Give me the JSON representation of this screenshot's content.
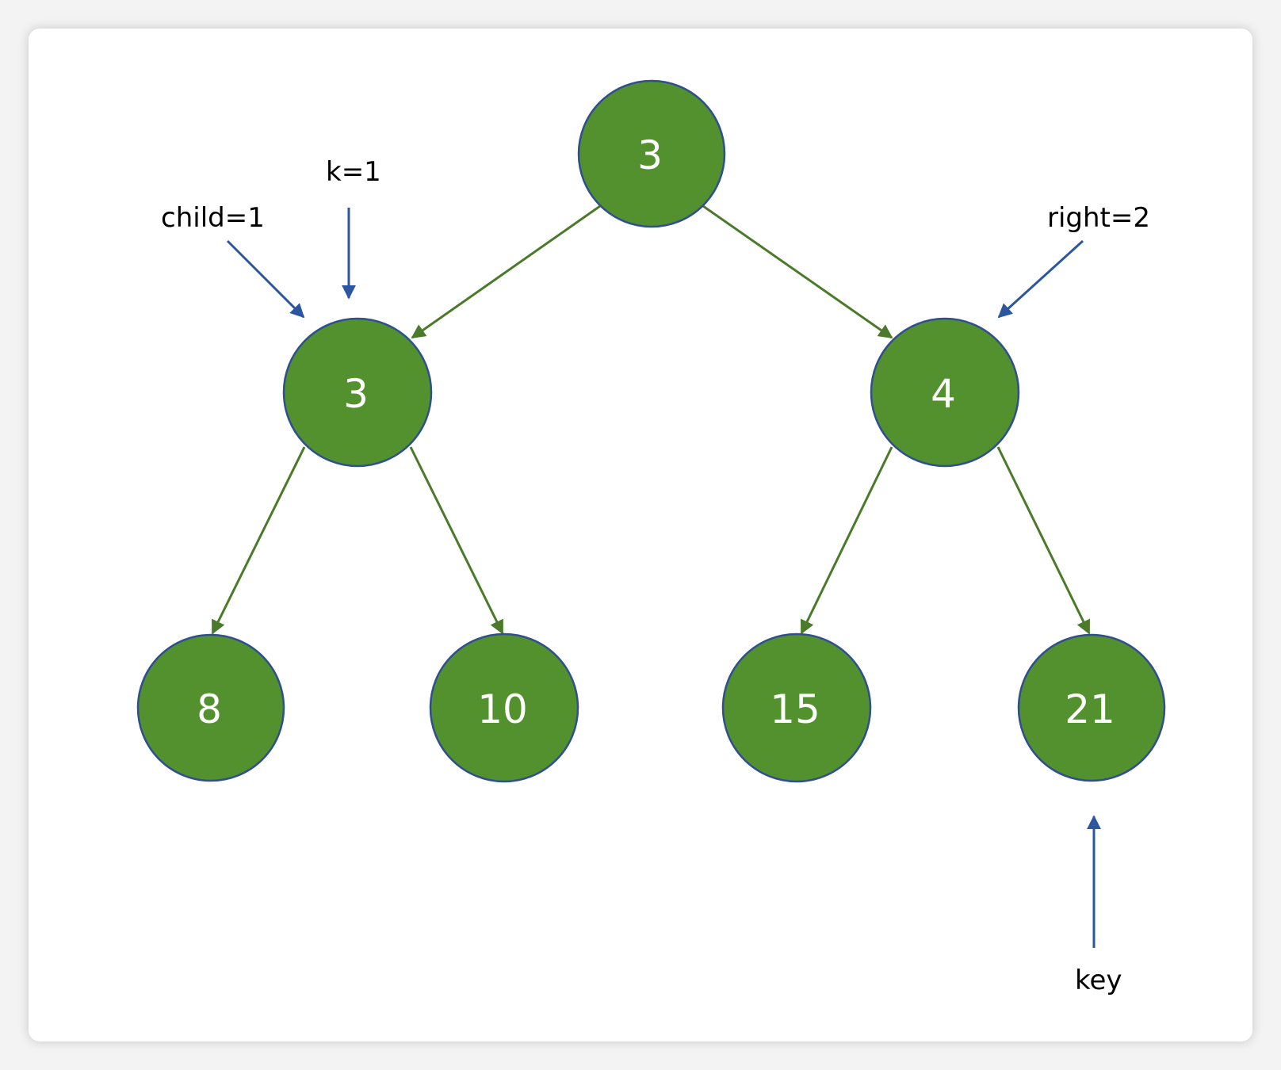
{
  "diagram": {
    "nodes": [
      {
        "id": "n0",
        "value": "3",
        "color": "#f5a000"
      },
      {
        "id": "n1",
        "value": "3",
        "color": "#ffffff"
      },
      {
        "id": "n2",
        "value": "4",
        "color": "#ffffff"
      },
      {
        "id": "n3",
        "value": "8",
        "color": "#ffffff"
      },
      {
        "id": "n4",
        "value": "10",
        "color": "#ffffff"
      },
      {
        "id": "n5",
        "value": "15",
        "color": "#ffffff"
      },
      {
        "id": "n6",
        "value": "21",
        "color": "#ffffff"
      }
    ],
    "edges": [
      {
        "from": "n0",
        "to": "n1"
      },
      {
        "from": "n0",
        "to": "n2"
      },
      {
        "from": "n1",
        "to": "n3"
      },
      {
        "from": "n1",
        "to": "n4"
      },
      {
        "from": "n2",
        "to": "n5"
      },
      {
        "from": "n2",
        "to": "n6"
      }
    ],
    "annotations": {
      "child": "child=1",
      "k": "k=1",
      "right": "right=2",
      "key": "key"
    },
    "colors": {
      "node_fill": "#53912e",
      "node_stroke": "#2f4f8f",
      "edge": "#4a7a2a",
      "pointer": "#2c579f",
      "highlight": "#f5a000"
    }
  }
}
